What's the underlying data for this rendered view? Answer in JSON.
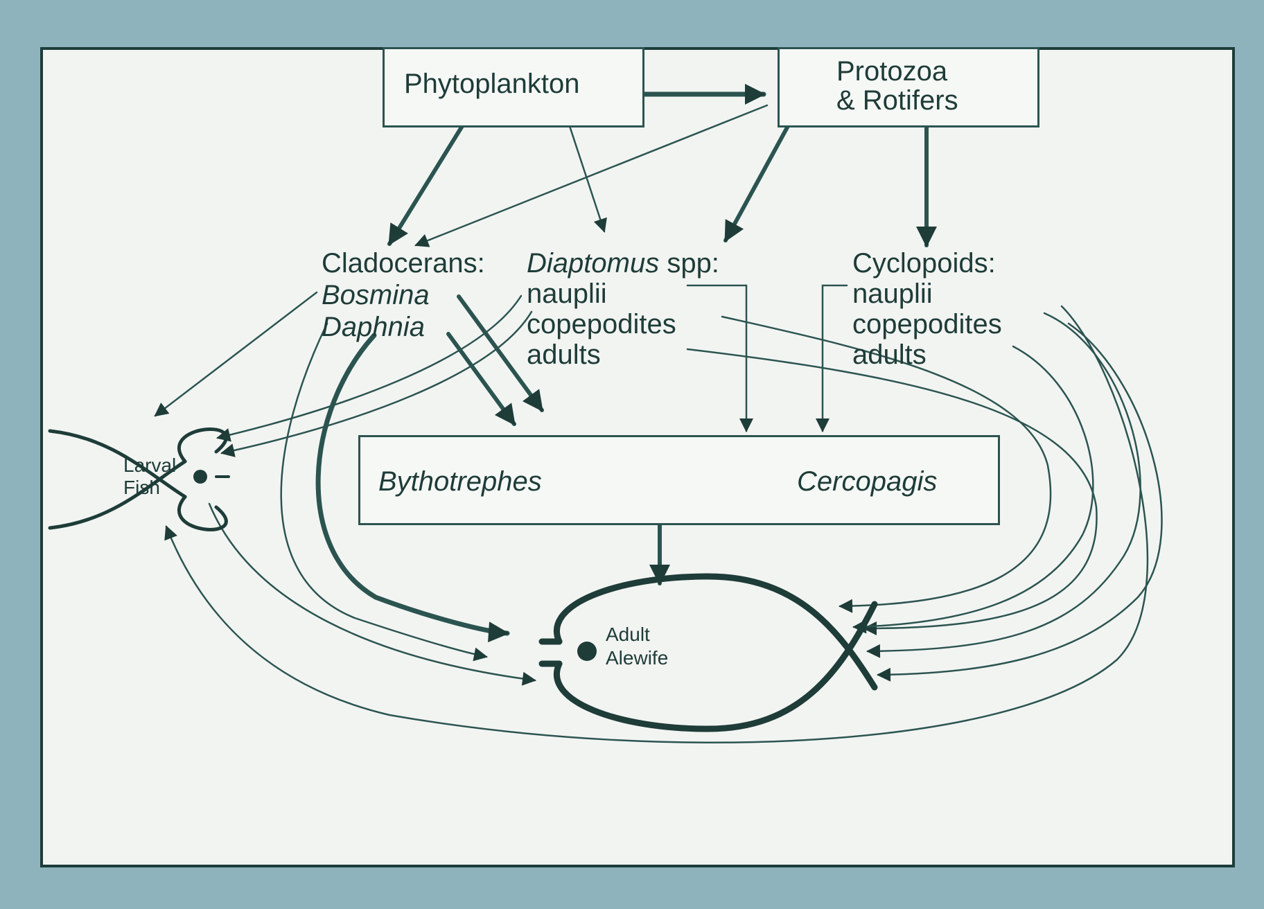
{
  "nodes": {
    "phytoplankton": "Phytoplankton",
    "protozoa_line1": "Protozoa",
    "protozoa_line2": "& Rotifers",
    "cladocerans": {
      "title": "Cladocerans:",
      "taxa": [
        "Bosmina",
        "Daphnia"
      ]
    },
    "diaptomus": {
      "genus": "Diaptomus",
      "suffix": " spp:",
      "stages": [
        "nauplii",
        "copepodites",
        "adults"
      ]
    },
    "cyclopoids": {
      "title": "Cyclopoids:",
      "stages": [
        "nauplii",
        "copepodites",
        "adults"
      ]
    },
    "predators": {
      "left": "Bythotrephes",
      "right": "Cercopagis"
    },
    "larval_fish": [
      "Larval",
      "Fish"
    ],
    "adult_alewife": [
      "Adult",
      "Alewife"
    ]
  },
  "colors": {
    "background": "#8fb3bd",
    "panel": "#f2f4f2",
    "ink": "#1e3c38"
  }
}
